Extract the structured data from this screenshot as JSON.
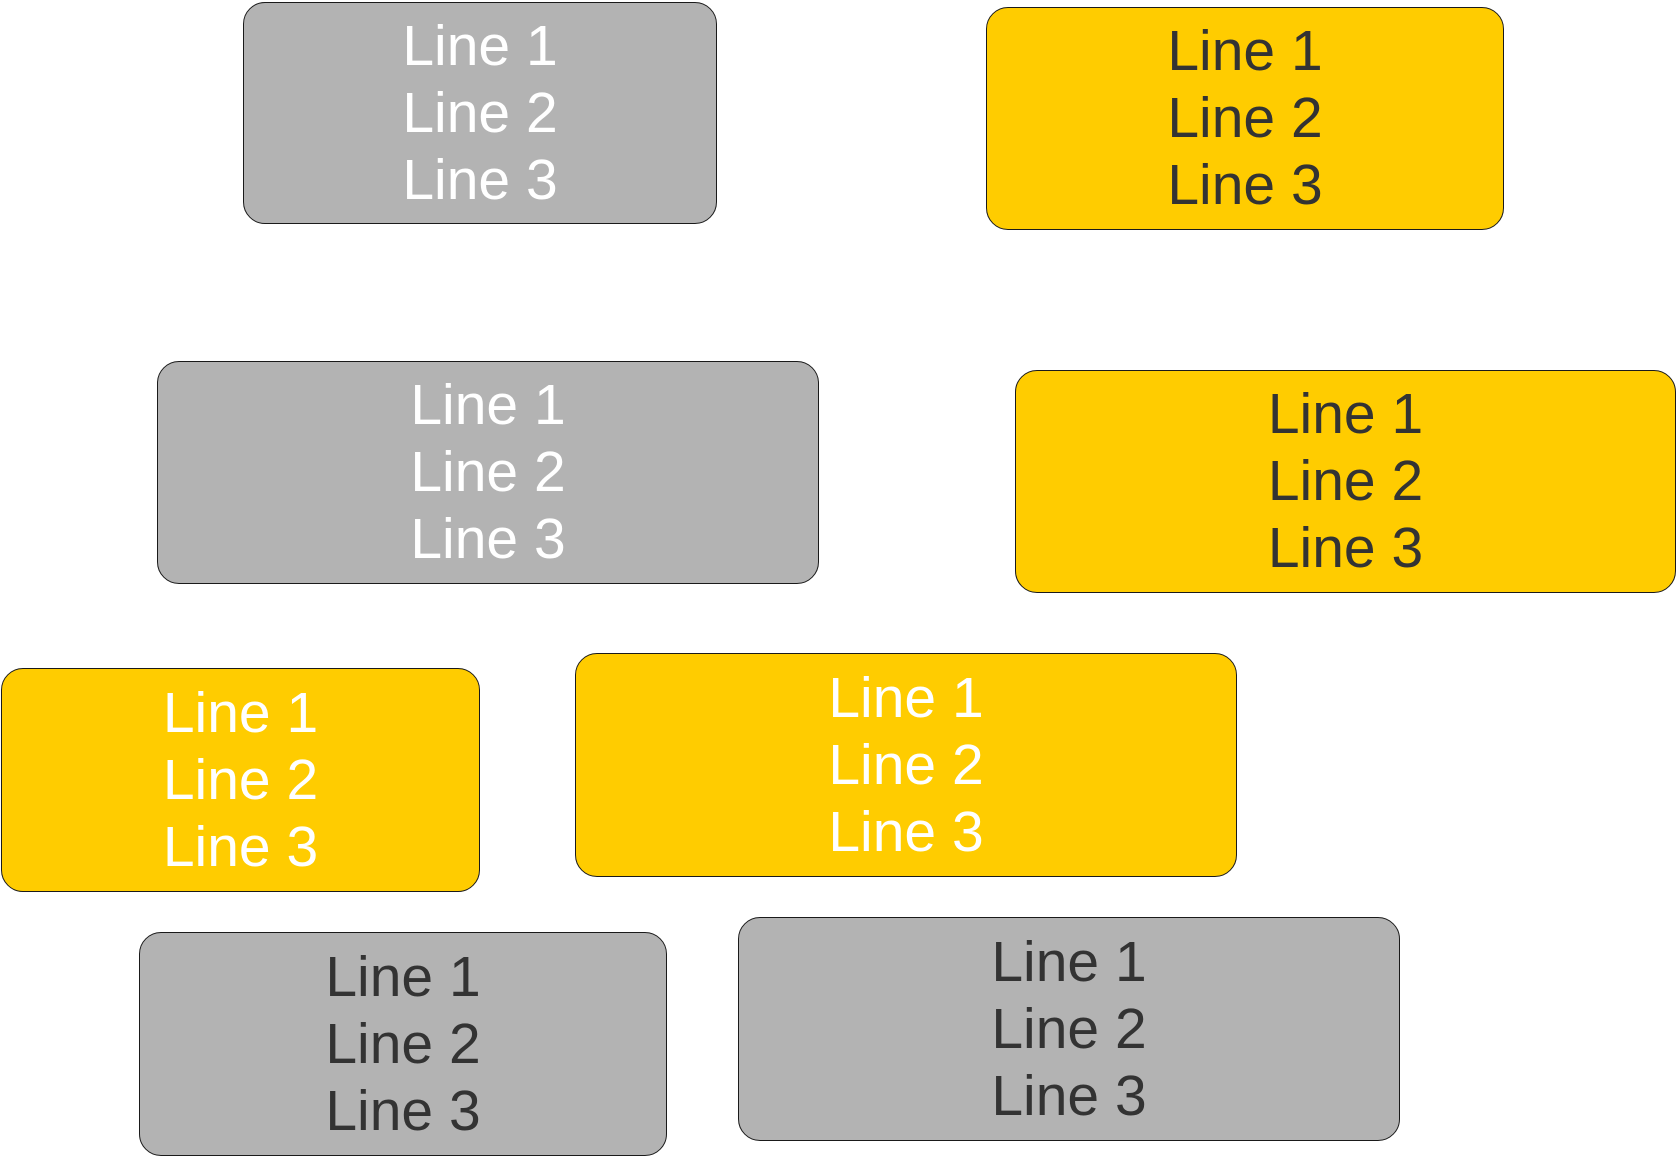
{
  "colors": {
    "gray_fill": "#b3b3b3",
    "yellow_fill": "#ffcc00",
    "white_text": "#ffffff",
    "dark_text": "#333333",
    "border": "#1a1a1a"
  },
  "boxes": [
    {
      "fill": "gray",
      "text_color": "white",
      "lines": [
        "Line 1",
        "Line 2",
        "Line 3"
      ]
    },
    {
      "fill": "yellow",
      "text_color": "dark",
      "lines": [
        "Line 1",
        "Line 2",
        "Line 3"
      ]
    },
    {
      "fill": "gray",
      "text_color": "white",
      "lines": [
        "Line 1",
        "Line 2",
        "Line 3"
      ]
    },
    {
      "fill": "yellow",
      "text_color": "dark",
      "lines": [
        "Line 1",
        "Line 2",
        "Line 3"
      ]
    },
    {
      "fill": "yellow",
      "text_color": "white",
      "lines": [
        "Line 1",
        "Line 2",
        "Line 3"
      ]
    },
    {
      "fill": "yellow",
      "text_color": "white",
      "lines": [
        "Line 1",
        "Line 2",
        "Line 3"
      ]
    },
    {
      "fill": "gray",
      "text_color": "dark",
      "lines": [
        "Line 1",
        "Line 2",
        "Line 3"
      ]
    },
    {
      "fill": "gray",
      "text_color": "dark",
      "lines": [
        "Line 1",
        "Line 2",
        "Line 3"
      ]
    }
  ]
}
